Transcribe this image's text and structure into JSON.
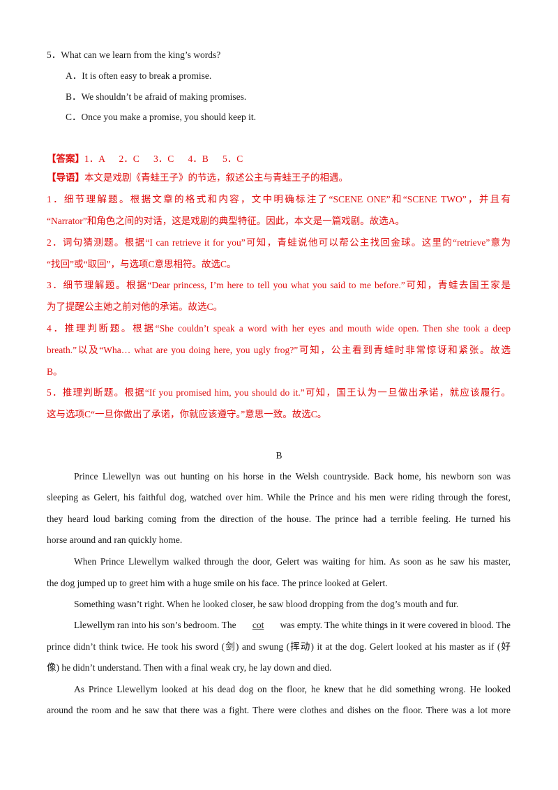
{
  "question5": {
    "stem": "5．What can we learn from the king’s words?",
    "options": [
      "A．It is often easy to break a promise.",
      "B．We shouldn’t be afraid of making promises.",
      "C．Once you make a promise, you should keep it."
    ]
  },
  "answer": {
    "label": "【答案】",
    "values": "1．A      2．C      3．C      4．B      5．C"
  },
  "guide": {
    "label": "【导语】",
    "text": "本文是戏剧《青蛙王子》的节选，叙述公主与青蛙王子的相遇。"
  },
  "explanations": [
    "1．细节理解题。根据文章的格式和内容，文中明确标注了“SCENE ONE”和“SCENE TWO”，并且有",
    "“Narrator”和角色之间的对话，这是戏剧的典型特征。因此，本文是一篇戏剧。故选A。",
    "2．词句猜测题。根据“I can retrieve it for you”可知，青蛙说他可以帮公主找回金球。这里的“retrieve”意为",
    "“找回”或“取回”，与选项C意思相符。故选C。",
    "3．细节理解题。根据“Dear princess, I’m here to tell you what you said to me before.”可知，青蛙去国王家是",
    "为了提醒公主她之前对他的承诺。故选C。",
    "4．推理判断题。根据“She couldn’t speak a word with her eyes and mouth wide open. Then she took a deep",
    "breath.”以及“Wha… what are you doing here, you ugly frog?”可知，公主看到青蛙时非常惊讶和紧张。故选",
    "B。",
    "5．推理判断题。根据“If you promised him, you should do it.”可知，国王认为一旦做出承诺，就应该履行。",
    "这与选项C“一旦你做出了承诺，你就应该遵守。”意思一致。故选C。"
  ],
  "passage": {
    "heading": "B",
    "lines": [
      "Prince Llewellyn was out hunting on his horse in the Welsh countryside. Back home, his newborn son was",
      "sleeping as Gelert, his faithful dog, watched over him. While the Prince and his men were riding through the forest,",
      "they heard loud barking coming from the direction of the house. The prince had a terrible feeling. He turned his",
      "horse around and ran quickly home.",
      "When Prince Llewellym walked through the door, Gelert was waiting for him. As soon as he saw his master,",
      "the dog jumped up to greet him with a huge smile on his face. The prince looked at Gelert.",
      "Something wasn’t right. When he looked closer, he saw blood dropping from the dog’s mouth and fur.",
      "Llewellym ran into his son’s bedroom. The",
      "cot",
      "was empty. The white things in it were covered in blood. The",
      "prince didn’t think twice. He took his sword (剑) and swung (挥动) it at the dog. Gelert looked at his master as if (好",
      "像) he didn’t understand. Then with a final weak cry, he lay down and died.",
      "As Prince Llewellym looked at his dead dog on the floor, he knew that he did something wrong. He looked",
      "around the room and he saw that there was a fight. There were clothes and dishes on the floor. There was a lot more"
    ]
  }
}
